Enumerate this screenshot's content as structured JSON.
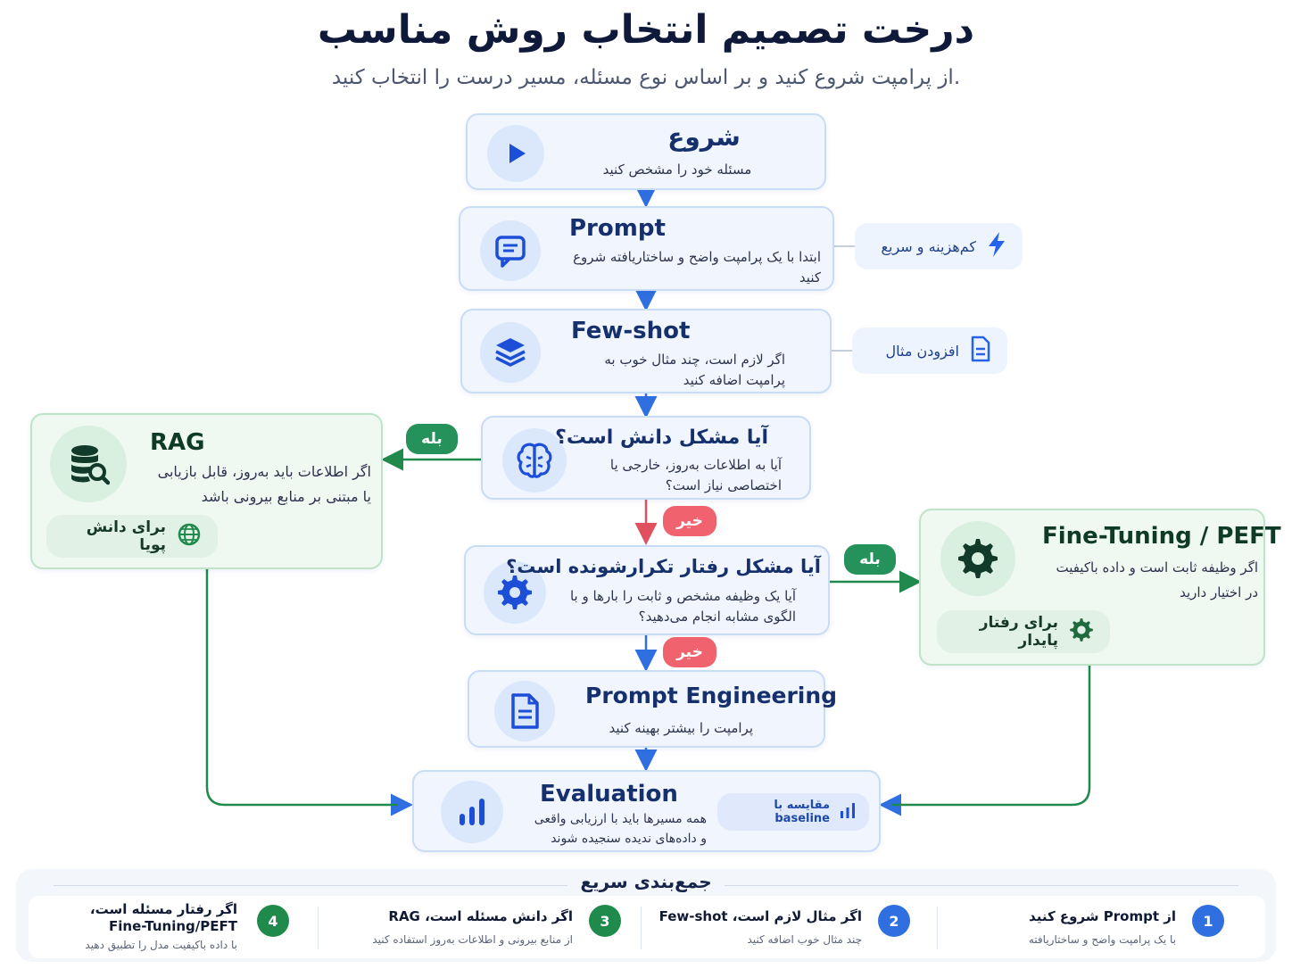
{
  "header": {
    "title": "درخت تصمیم انتخاب روش مناسب",
    "subtitle": "از پرامپت شروع کنید و بر اساس نوع مسئله، مسیر درست را انتخاب کنید."
  },
  "nodes": {
    "start": {
      "title": "شروع",
      "desc": "مسئله خود را مشخص کنید",
      "icon": "play-icon"
    },
    "prompt": {
      "title": "Prompt",
      "desc": "ابتدا با یک پرامپت واضح و ساختاریافته شروع کنید",
      "icon": "chat-icon"
    },
    "fewshot": {
      "title": "Few-shot",
      "desc": "اگر لازم است، چند مثال خوب به پرامپت اضافه کنید",
      "icon": "layers-icon"
    },
    "knowledge": {
      "title": "آیا مشکل دانش است؟",
      "desc": "آیا به اطلاعات به‌روز، خارجی یا اختصاصی نیاز است؟",
      "icon": "brain-icon"
    },
    "behavior": {
      "title": "آیا مشکل رفتار تکرارشونده است؟",
      "desc": "آیا یک وظیفه مشخص و ثابت را بارها و با الگوی مشابه انجام می‌دهید؟",
      "icon": "gear-icon"
    },
    "prompt_engineering": {
      "title": "Prompt Engineering",
      "desc": "پرامپت را بیشتر بهینه کنید",
      "icon": "document-icon"
    },
    "evaluation": {
      "title": "Evaluation",
      "desc": "همه مسیرها باید با ارزیابی واقعی و داده‌های ندیده سنجیده شوند",
      "icon": "bar-chart-icon",
      "tag": "مقایسه با baseline"
    },
    "rag": {
      "title": "RAG",
      "desc": "اگر اطلاعات باید به‌روز، قابل بازیابی یا مبتنی بر منابع بیرونی باشد",
      "icon": "database-search-icon",
      "tag": "برای دانش پویا",
      "tag_icon": "globe-icon"
    },
    "finetune": {
      "title": "Fine-Tuning / PEFT",
      "desc": "اگر وظیفه ثابت است و داده باکیفیت در اختیار دارید",
      "icon": "gear-icon",
      "tag": "برای رفتار پایدار",
      "tag_icon": "gear-icon"
    }
  },
  "side_notes": {
    "cheap": {
      "label": "کم‌هزینه و سریع",
      "icon": "lightning-icon"
    },
    "example": {
      "label": "افزودن مثال",
      "icon": "file-icon"
    }
  },
  "branches": {
    "yes": "بله",
    "no": "خیر"
  },
  "summary": {
    "heading": "جمع‌بندی سریع",
    "items": [
      {
        "num": "1",
        "line1": "از Prompt شروع کنید",
        "line2": "با یک پرامپت واضح و ساختاریافته"
      },
      {
        "num": "2",
        "line1": "اگر مثال لازم است، Few-shot",
        "line2": "چند مثال خوب اضافه کنید"
      },
      {
        "num": "3",
        "line1": "اگر دانش مسئله است، RAG",
        "line2": "از منابع بیرونی و اطلاعات به‌روز استفاده کنید"
      },
      {
        "num": "4",
        "line1": "اگر رفتار مسئله است، Fine-Tuning/PEFT",
        "line2": "با داده باکیفیت مدل را تطبیق دهید"
      }
    ]
  },
  "colors": {
    "blue_arrow": "#2f6fe0",
    "green_arrow": "#1f8a4c",
    "red_arrow": "#e0505e",
    "title": "#0f1a3a"
  }
}
